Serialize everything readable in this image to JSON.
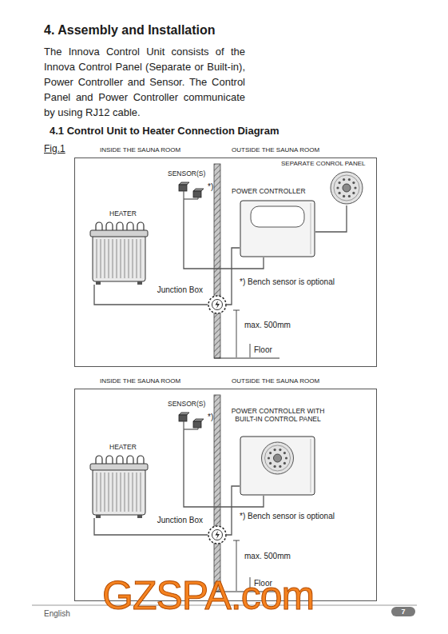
{
  "diagram": {
    "title": "4. Assembly and Installation",
    "nodes": [
      {
        "text": [
          "INSIDE THE SAUNA ROOM",
          "OUTSIDE THE SAUNA ROOM"
        ]
      },
      {
        "text": [
          "HEATER"
        ],
        "in": 0
      },
      {
        "text": [
          "SENSOR(S)",
          "*)"
        ],
        "in": 0
      },
      {
        "text": [
          "POWER CONTROLLER"
        ],
        "in": 0
      },
      {
        "text": [
          "SEPARATE CONROL PANEL"
        ],
        "in": 0
      },
      {
        "text": [
          "Junction Box"
        ],
        "in": 0
      },
      {
        "text": [
          "INSIDE THE SAUNA ROOM",
          "OUTSIDE THE SAUNA ROOM"
        ]
      },
      {
        "text": [
          "HEATER"
        ],
        "in": 6
      },
      {
        "text": [
          "SENSOR(S)",
          "*)"
        ],
        "in": 6
      },
      {
        "text": [
          "POWER CONTROLLER WITH BUILT-IN CONTROL PANEL"
        ],
        "in": 6
      },
      {
        "text": [
          "Junction Box"
        ],
        "in": 6
      }
    ],
    "edges": [
      {
        "from": 1,
        "to": 5,
        "arrow": "none"
      },
      {
        "from": 5,
        "to": 3,
        "arrow": "none"
      },
      {
        "from": 2,
        "to": 3,
        "arrow": "none"
      },
      {
        "from": 4,
        "to": 3,
        "arrow": "none"
      },
      {
        "from": 7,
        "to": 10,
        "arrow": "none"
      },
      {
        "from": 10,
        "to": 9,
        "arrow": "none"
      },
      {
        "from": 8,
        "to": 9,
        "arrow": "none"
      }
    ],
    "labels": [
      "The Innova Control Unit consists of the Innova Control Panel (Separate or Built-in), Power Controller and Sensor. The Control Panel and Power Controller communicate by using RJ12 cable.",
      "4.1 Control Unit to Heater Connection Diagram",
      "Fig.1",
      "*) Bench sensor is optional",
      "max. 500mm",
      "Floor",
      "*) Bench sensor is optional",
      "max. 500mm",
      "Floor",
      "English",
      "7",
      "GZSPA.com"
    ]
  }
}
